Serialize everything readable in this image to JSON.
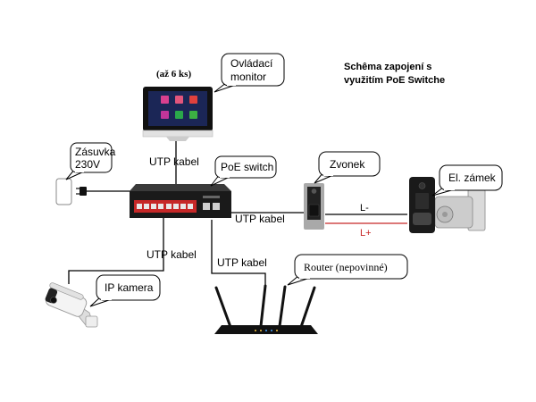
{
  "title": {
    "line1": "Schêma zapojení s",
    "line2": "využitím PoE Switche"
  },
  "monitor": {
    "count_label": "(až 6 ks)",
    "callout": [
      "Ovládací",
      "monitor"
    ]
  },
  "socket": {
    "callout": [
      "Zásuvka",
      "230V"
    ]
  },
  "switch": {
    "callout": "PoE switch"
  },
  "doorbell": {
    "callout": "Zvonek"
  },
  "lock": {
    "callout": "El. zámek"
  },
  "camera": {
    "callout": "IP kamera"
  },
  "router": {
    "callout": "Router (nepovinné)"
  },
  "cables": {
    "monitor_switch": "UTP kabel",
    "switch_doorbell": "UTP kabel",
    "switch_camera": "UTP kabel",
    "switch_router": "UTP kabel",
    "lock_minus": "L-",
    "lock_plus": "L+"
  },
  "colors": {
    "wire": "#000000",
    "positive_wire": "#c62828",
    "switch_face": "#c62828"
  }
}
